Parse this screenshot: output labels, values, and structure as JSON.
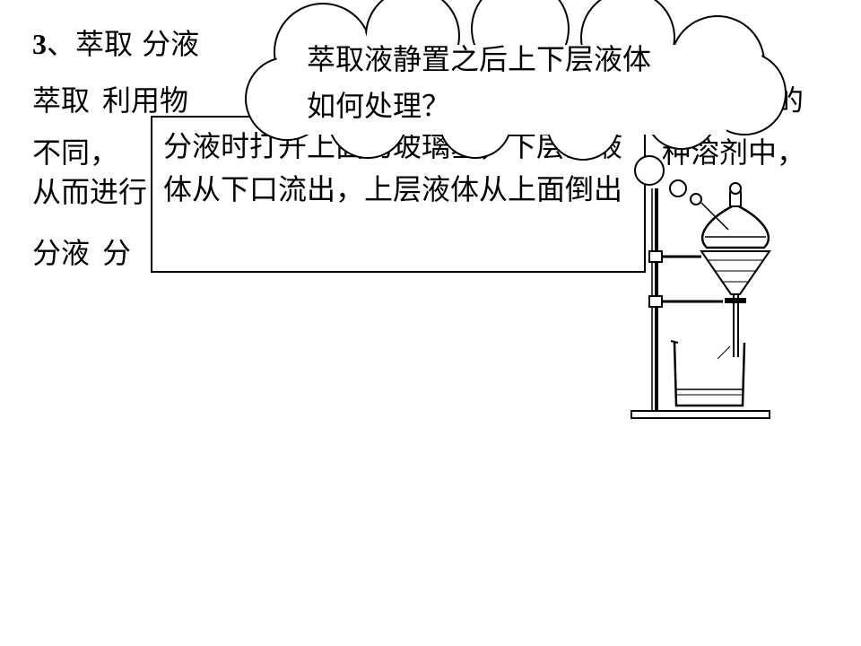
{
  "slide": {
    "title_num": "3",
    "title_text": "、萃取 分液",
    "line1_term": "萃取",
    "line1_text": "利用物",
    "line1_end": "度的",
    "line2_start": "不同，",
    "line2_end": "种溶剂中，",
    "line3_start": "从而进行",
    "line4_term": "分液",
    "line4_text": "分"
  },
  "callout": {
    "text": "分液时打开上面的玻璃塞，下层的液体从下口流出，上层液体从上面倒出"
  },
  "thought_cloud": {
    "text": "萃取液静置之后上下层液体如何处理？"
  }
}
